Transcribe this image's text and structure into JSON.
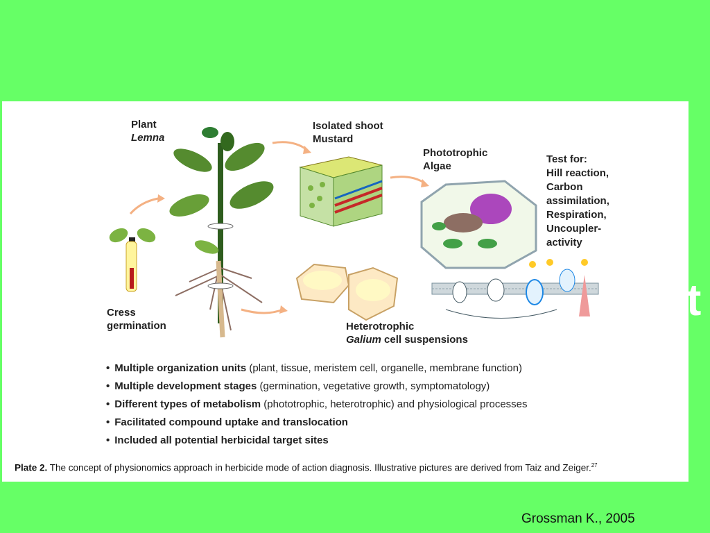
{
  "slide": {
    "background_color": "#66ff66",
    "partial_letter": "t",
    "credit": "Grossman K., 2005"
  },
  "figure": {
    "labels": {
      "plant": "Plant",
      "plant_species": "Lemna",
      "shoot_line1": "Isolated shoot",
      "shoot_line2": "Mustard",
      "algae_line1": "Phototrophic",
      "algae_line2": "Algae",
      "test_for": [
        "Test for:",
        "Hill reaction,",
        "Carbon",
        "assimilation,",
        "Respiration,",
        "Uncoupler-",
        "activity"
      ],
      "cress_line1": "Cress",
      "cress_line2": "germination",
      "hetero_line1": "Heterotrophic",
      "hetero_species": "Galium",
      "hetero_rest": "cell suspensions"
    },
    "bullets": [
      {
        "bold": "Multiple organization units",
        "rest": " (plant, tissue, meristem cell, organelle, membrane function)"
      },
      {
        "bold": "Multiple development stages",
        "rest": " (germination, vegetative growth, symptomatology)"
      },
      {
        "bold": "Different types of metabolism",
        "rest": " (phototrophic, heterotrophic) and physiological processes"
      },
      {
        "bold": "Facilitated compound uptake and translocation",
        "rest": ""
      },
      {
        "bold": "Included all potential herbicidal target sites",
        "rest": ""
      }
    ],
    "caption": {
      "label": "Plate 2.",
      "text": " The concept of physionomics approach in herbicide mode of action diagnosis. Illustrative pictures are derived from Taiz and Zeiger.",
      "ref": "27"
    }
  }
}
